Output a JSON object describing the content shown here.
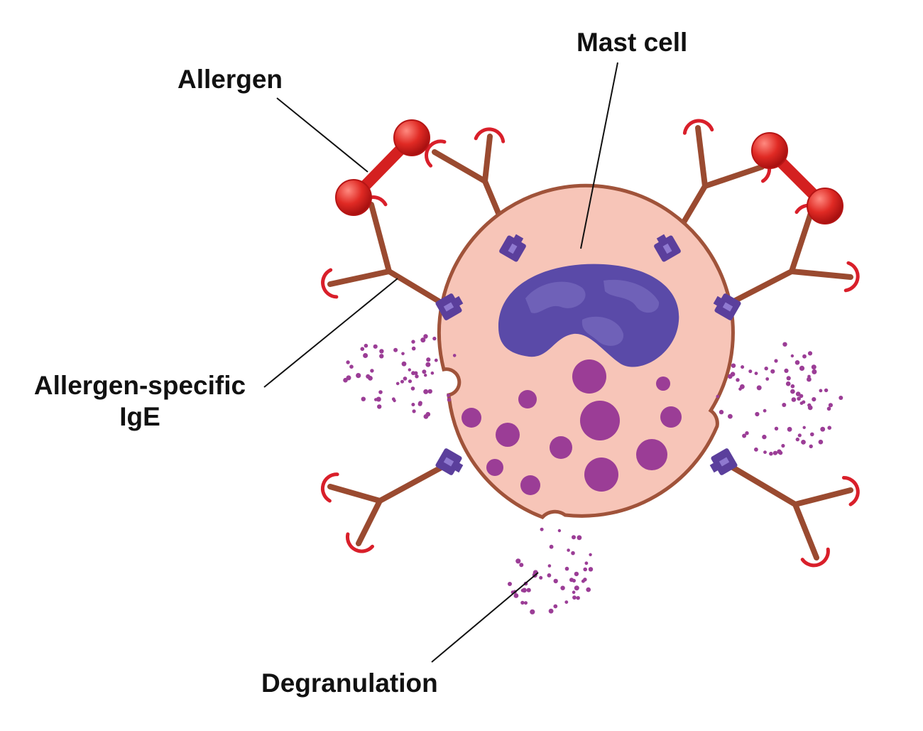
{
  "labels": {
    "mast_cell": "Mast cell",
    "allergen": "Allergen",
    "allergen_specific_line1": "Allergen-specific",
    "allergen_specific_line2": "IgE",
    "degranulation": "Degranulation"
  },
  "colors": {
    "background": "#ffffff",
    "cell_fill": "#f7c5b8",
    "cell_outline": "#a0533a",
    "nucleus": "#5a4aa8",
    "granule": "#9b3d96",
    "antibody": "#9a4a30",
    "antigen_site": "#d91f2a",
    "receptor": "#5b3f9c",
    "allergen": "#d42020",
    "leader_line": "#111111"
  },
  "icons": {
    "antibody": "y-shaped-antibody-icon",
    "allergen": "dumbbell-molecule-icon",
    "receptor": "fc-receptor-icon"
  }
}
